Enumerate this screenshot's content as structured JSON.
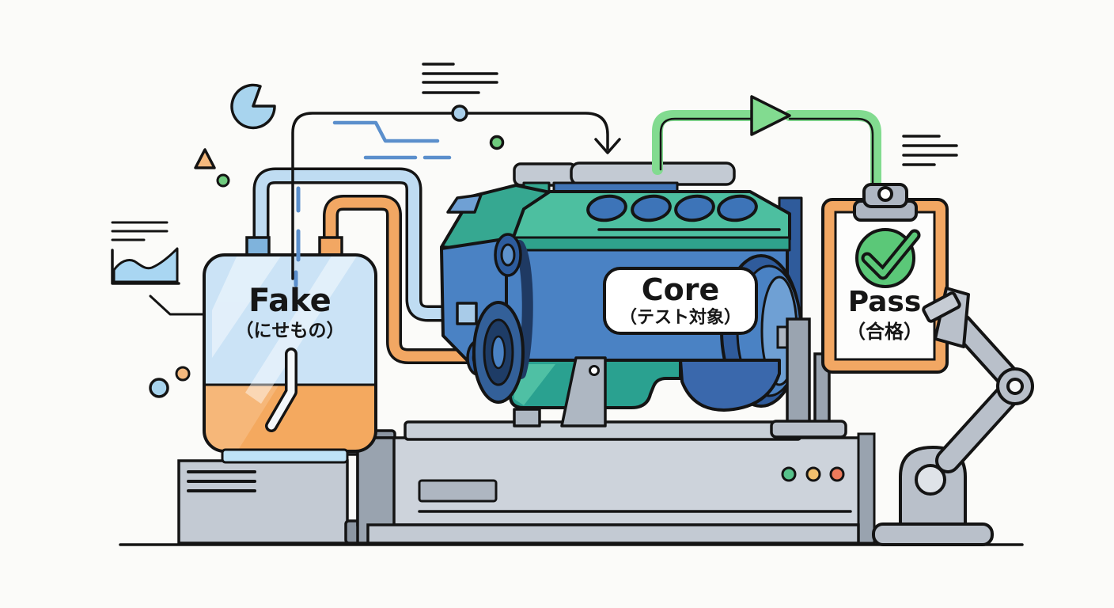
{
  "illustration": {
    "description": "flat-style diagram: fake fuel tank feeding a core engine under test, outputting a passing result clipboard held by a robot arm",
    "fake_tank": {
      "title": "Fake",
      "subtitle": "（にせもの）"
    },
    "core_engine": {
      "title": "Core",
      "subtitle": "（テスト対象）"
    },
    "pass_clipboard": {
      "title": "Pass",
      "subtitle": "（合格）"
    },
    "icons": {
      "pass_check": "green-check-circle",
      "flow_arrow_down": "black-arrow-down",
      "flow_arrow_right": "green-triangle-arrow"
    },
    "colors": {
      "tank_glass": "#cbe3f6",
      "tank_liquid": "#f4a95f",
      "engine_blue": "#4a82c4",
      "engine_teal": "#3ab39a",
      "pipe_blue": "#bfdcf2",
      "pipe_orange": "#f2a763",
      "pipe_green": "#82db90",
      "clipboard_orange": "#f2a763",
      "check_green": "#5bc878",
      "robot_gray": "#b9c0ca",
      "platform_gray": "#cdd3db",
      "indicator_dots": [
        "#57c28b",
        "#f2c06e",
        "#ec7a5b"
      ],
      "outline": "#141414"
    }
  }
}
